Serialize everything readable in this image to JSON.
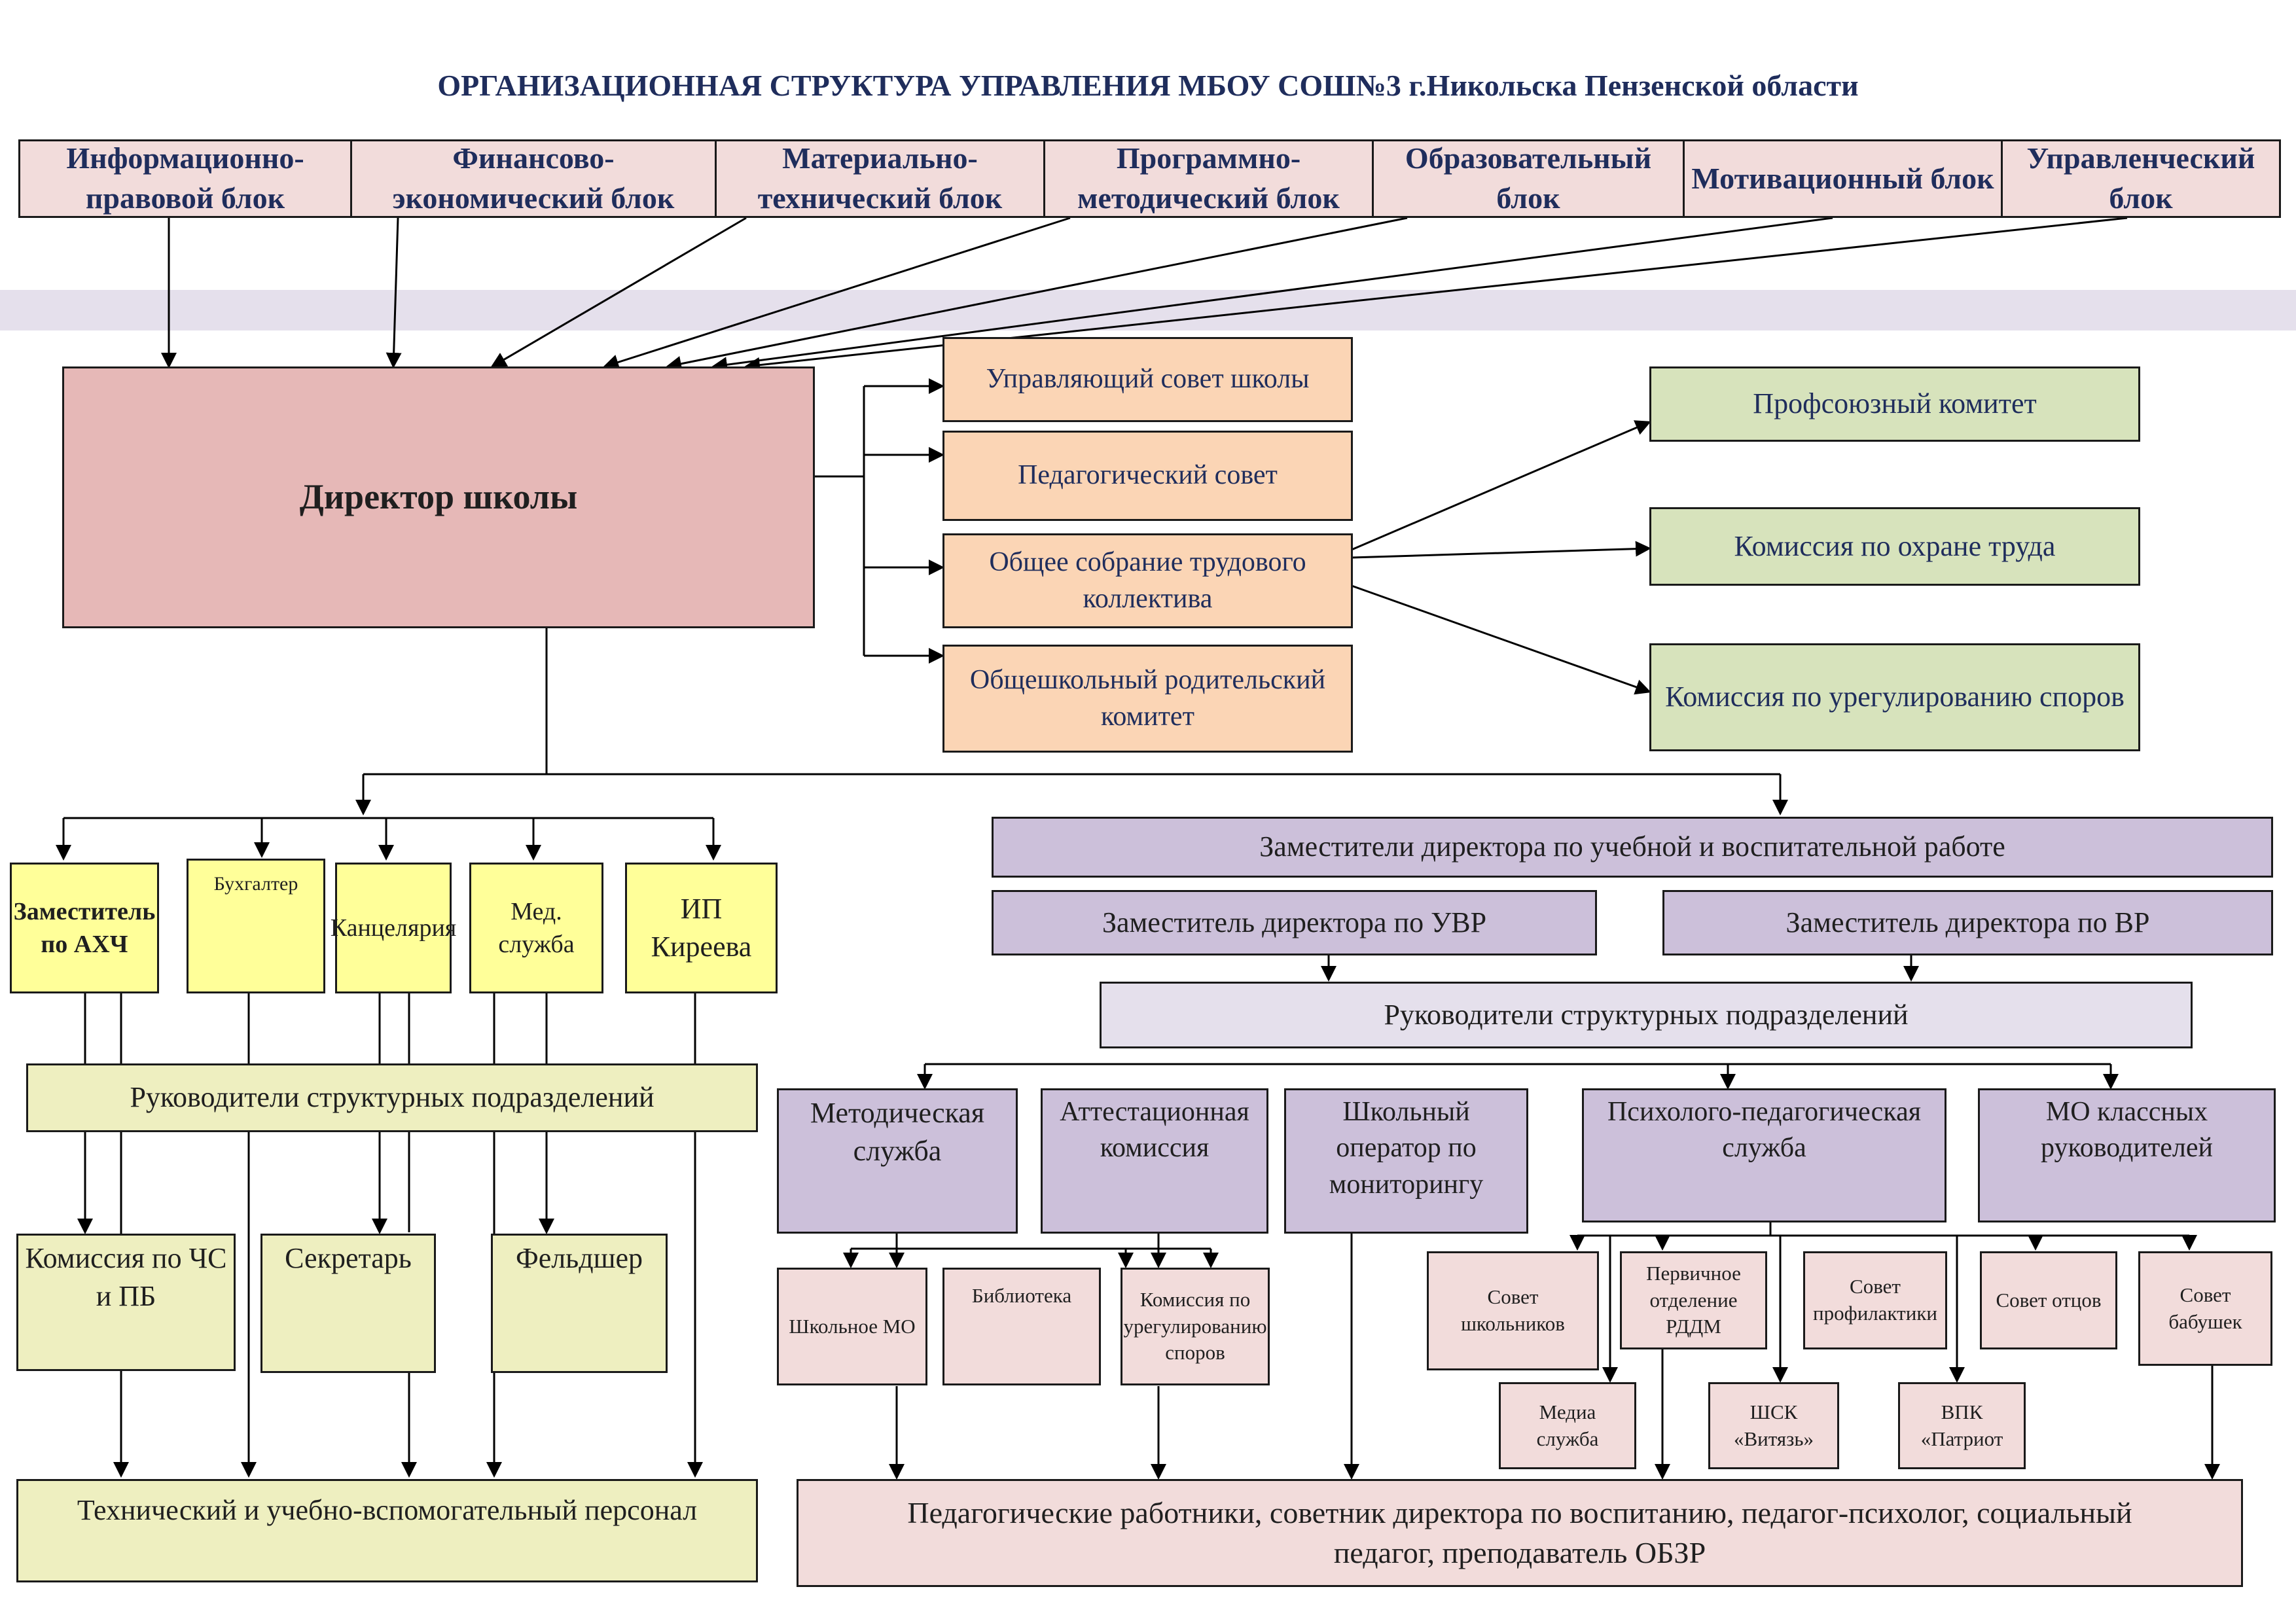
{
  "title": "ОРГАНИЗАЦИОННАЯ СТРУКТУРА УПРАВЛЕНИЯ  МБОУ СОШ№3 г.Никольска Пензенской области",
  "blocks": [
    "Информационно-правовой блок",
    "Финансово-экономический блок",
    "Материально-технический блок",
    "Программно-методический блок",
    "Образовательный блок",
    "Мотивационный блок",
    "Управленческий блок"
  ],
  "director": "Директор школы",
  "councils": {
    "governing": "Управляющий совет школы",
    "pedagogical": "Педагогический совет",
    "general_meeting": "Общее собрание трудового коллектива",
    "parents": "Общешкольный родительский комитет"
  },
  "committees": {
    "union": "Профсоюзный комитет",
    "safety": "Комиссия по охране труда",
    "disputes": "Комиссия по урегулированию споров"
  },
  "left_branch": {
    "deputy_ahch": "Заместитель по АХЧ",
    "accountant": "Бухгалтер",
    "office": "Канцелярия",
    "medical": "Мед. служба",
    "ip_kireeva": "ИП Киреева",
    "unit_heads": "Руководители структурных подразделений",
    "emergency_commission": "Комиссия по ЧС и ПБ",
    "secretary": "Секретарь",
    "paramedic": "Фельдшер",
    "support_staff": "Технический и учебно-вспомогательный персонал"
  },
  "right_branch": {
    "deputies_title": "Заместители директора по учебной и воспитательной работе",
    "deputy_uvr": "Заместитель директора по УВР",
    "deputy_vr": "Заместитель директора по ВР",
    "unit_heads": "Руководители структурных подразделений",
    "methodical": "Методическая служба",
    "attestation": "Аттестационная комиссия",
    "monitoring": "Школьный оператор по мониторингу",
    "psych": "Психолого-педагогическая служба",
    "class_mo": "МО классных руководителей",
    "school_mo": "Школьное МО",
    "library": "Библиотека",
    "dispute_commission": "Комиссия по урегулированию споров",
    "student_council": "Совет школьников",
    "rddm": "Первичное отделение РДДМ",
    "prevention": "Совет профилактики",
    "fathers": "Совет отцов",
    "grandmothers": "Совет бабушек",
    "media": "Медиа служба",
    "sport_club": "ШСК «Витязь»",
    "vpk": "ВПК «Патриот",
    "teachers": "Педагогические работники,  советник директора по воспитанию, педагог-психолог, социальный педагог,  преподаватель ОБЗР"
  }
}
